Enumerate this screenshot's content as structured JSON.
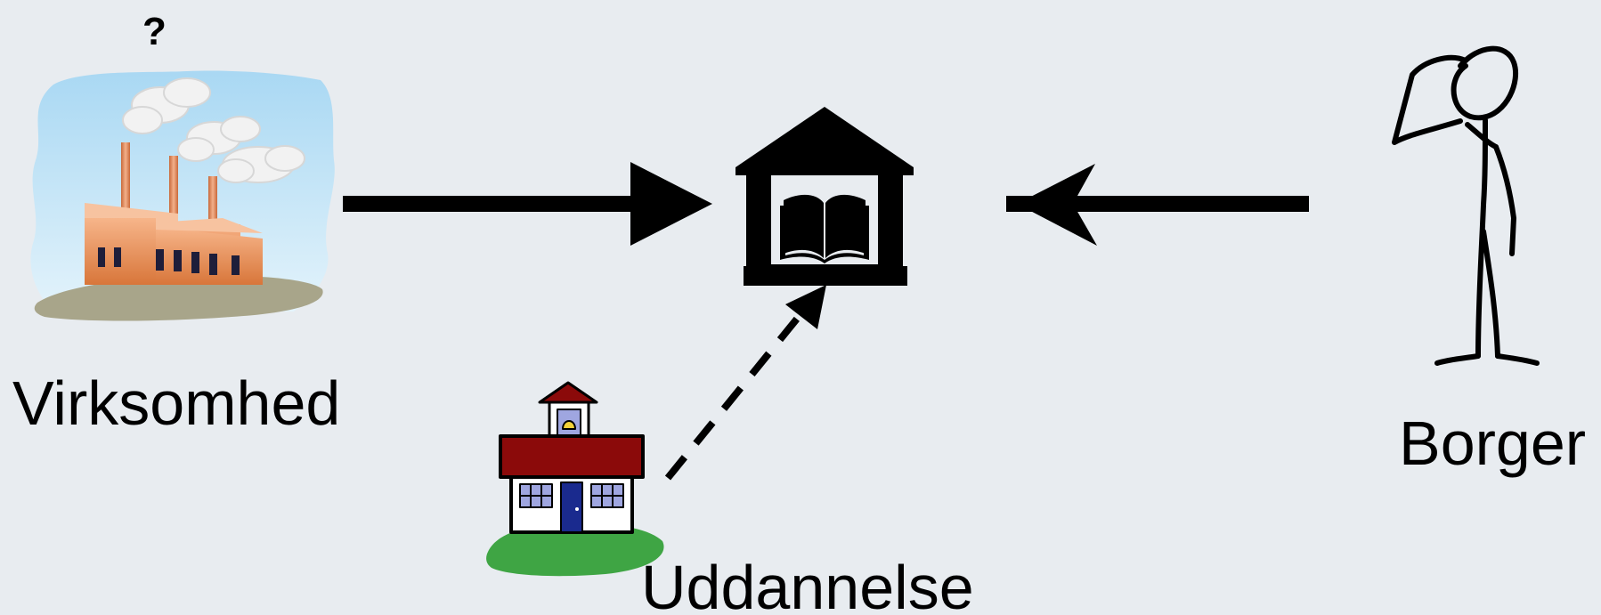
{
  "nodes": {
    "virksomhed": {
      "label": "Virksomhed",
      "icon": "factory-icon",
      "annotation": "?"
    },
    "library": {
      "icon": "library-icon"
    },
    "borger": {
      "label": "Borger",
      "icon": "stick-figure-icon"
    },
    "uddannelse": {
      "label": "Uddannelse",
      "icon": "schoolhouse-icon"
    }
  },
  "edges": [
    {
      "from": "virksomhed",
      "to": "library",
      "style": "solid"
    },
    {
      "from": "borger",
      "to": "library",
      "style": "solid"
    },
    {
      "from": "uddannelse",
      "to": "library",
      "style": "dashed"
    }
  ],
  "colors": {
    "background": "#e8ecf0",
    "ink": "#000000",
    "factory": "#e98a4a",
    "school_roof": "#8b0a0a",
    "grass": "#3fa544",
    "sky": "#bfe2f5"
  }
}
